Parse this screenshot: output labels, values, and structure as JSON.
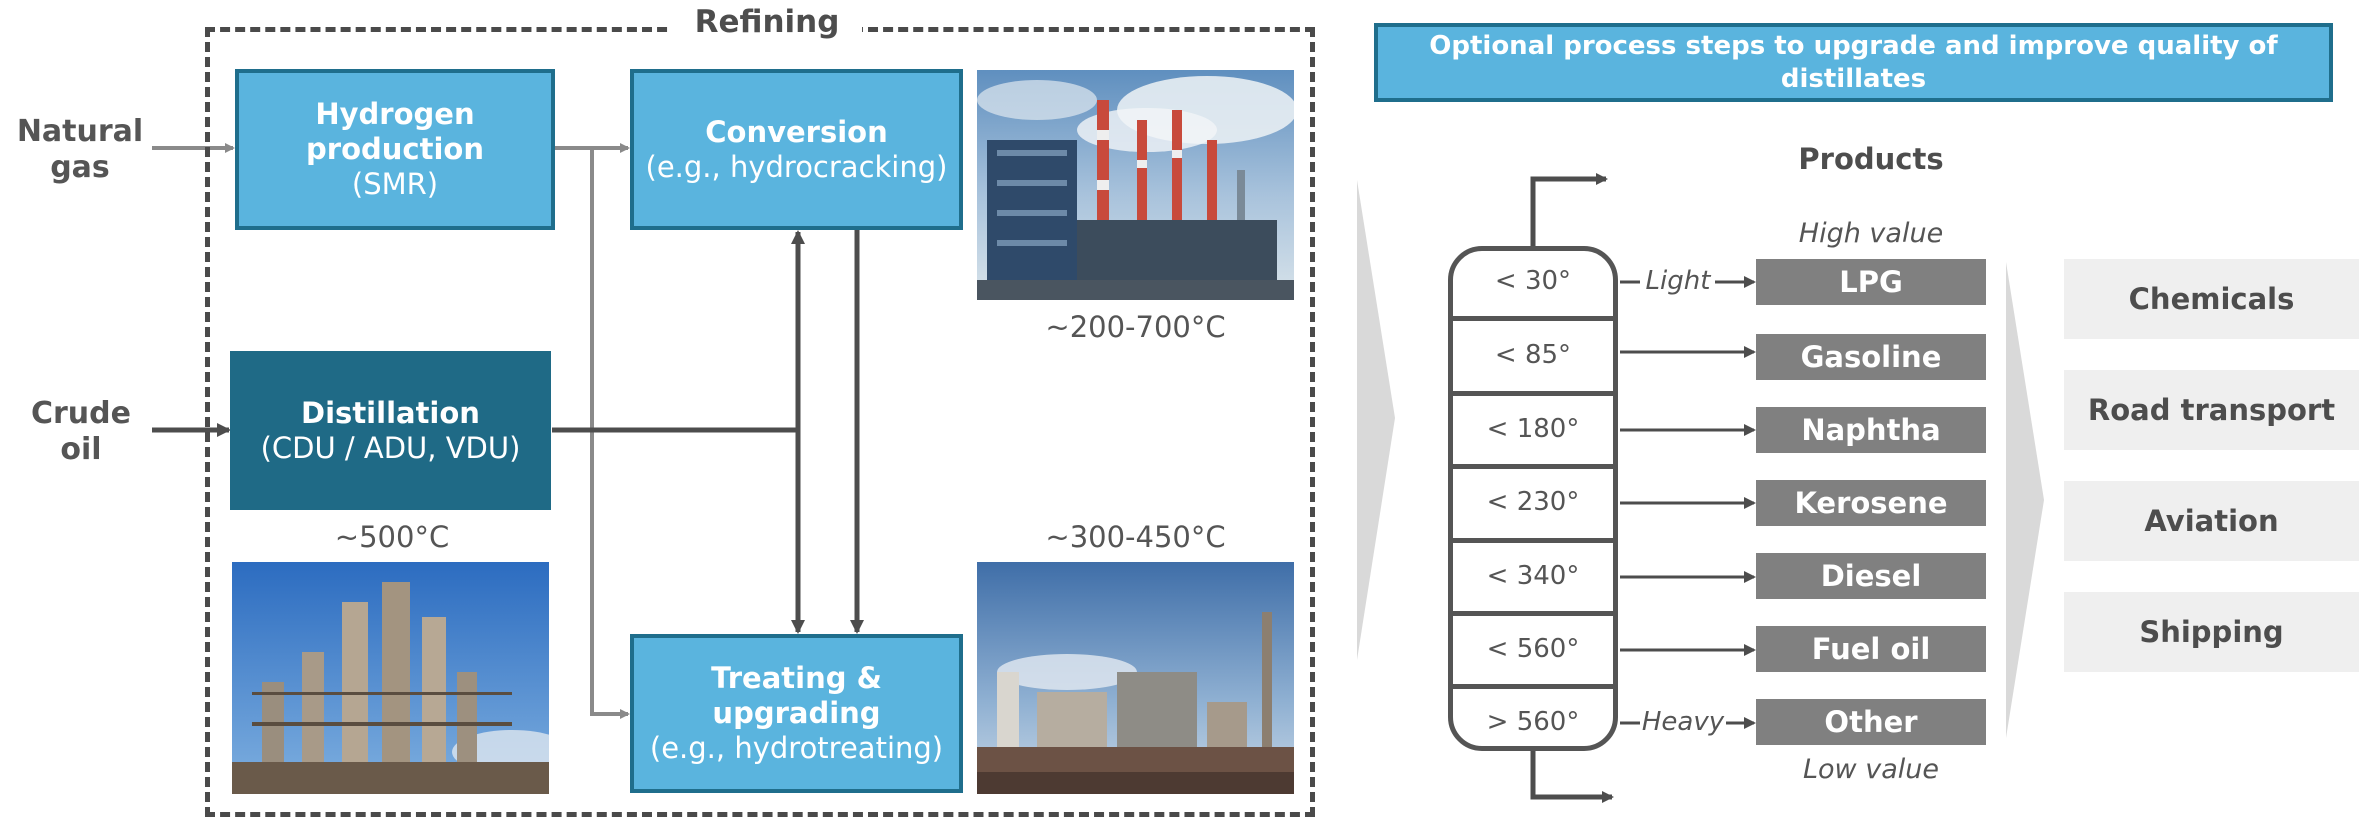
{
  "inputs": {
    "natural_gas": "Natural gas",
    "crude_oil": "Crude oil"
  },
  "refining": {
    "title": "Refining",
    "hydrogen": {
      "title": "Hydrogen production",
      "sub": "(SMR)"
    },
    "conversion": {
      "title": "Conversion",
      "sub": "(e.g., hydrocracking)"
    },
    "distillation": {
      "title": "Distillation",
      "sub": "(CDU / ADU, VDU)"
    },
    "treating": {
      "title": "Treating & upgrading",
      "sub": "(e.g., hydrotreating)"
    },
    "temps": {
      "distillation": "~500°C",
      "conversion": "~200-700°C",
      "treating": "~300-450°C"
    }
  },
  "optional_banner": "Optional process steps to upgrade and improve quality of distillates",
  "products_header": "Products",
  "high_value": "High value",
  "low_value": "Low value",
  "light": "Light",
  "heavy": "Heavy",
  "fractions": [
    {
      "temp": "< 30°",
      "product": "LPG"
    },
    {
      "temp": "< 85°",
      "product": "Gasoline"
    },
    {
      "temp": "< 180°",
      "product": "Naphtha"
    },
    {
      "temp": "< 230°",
      "product": "Kerosene"
    },
    {
      "temp": "< 340°",
      "product": "Diesel"
    },
    {
      "temp": "< 560°",
      "product": "Fuel oil"
    },
    {
      "temp": "> 560°",
      "product": "Other"
    }
  ],
  "end_uses": [
    "Chemicals",
    "Road transport",
    "Aviation",
    "Shipping"
  ],
  "colors": {
    "light_blue": "#5ab4de",
    "dark_blue": "#1f6a86",
    "border_blue": "#1f6e8c",
    "gray_product": "#808080",
    "enduse_bg": "#efefef"
  }
}
